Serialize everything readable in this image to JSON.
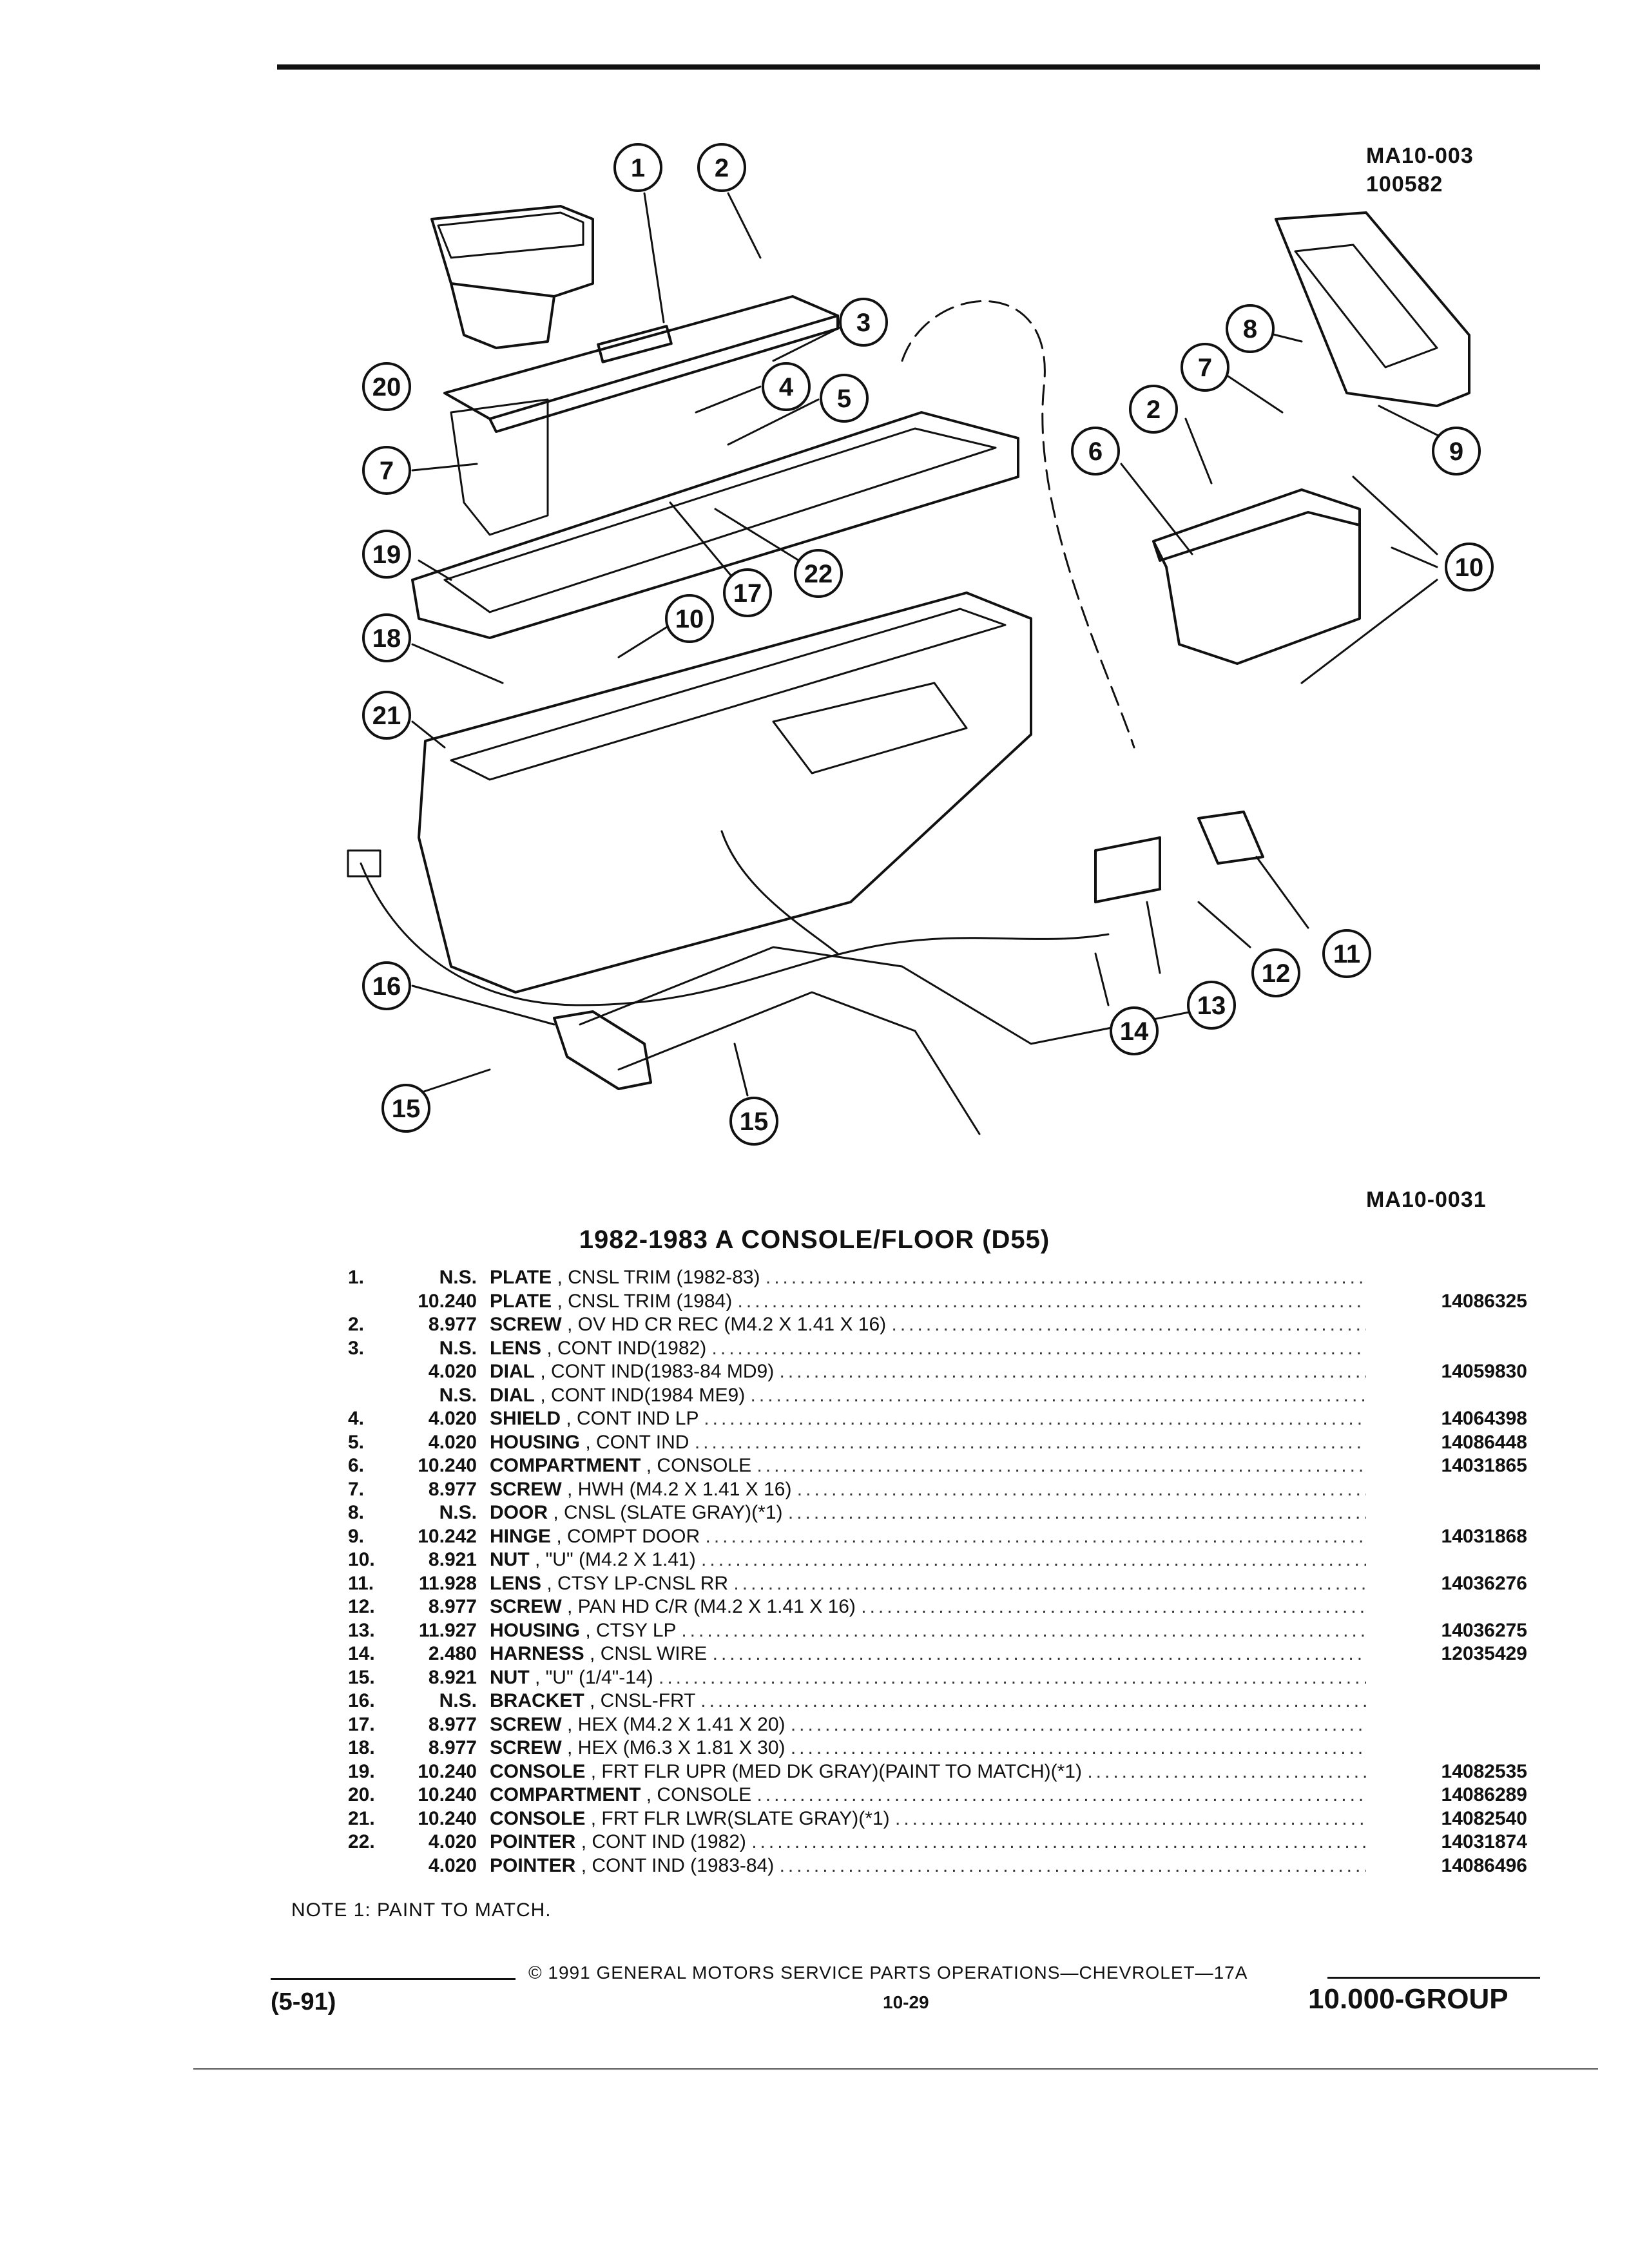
{
  "header": {
    "ref_top": "MA10-003",
    "ref_date": "100582"
  },
  "figure": {
    "ref_bottom": "MA10-0031",
    "callouts": [
      "1",
      "2",
      "3",
      "4",
      "5",
      "6",
      "7",
      "8",
      "9",
      "10",
      "11",
      "12",
      "13",
      "14",
      "15",
      "16",
      "17",
      "18",
      "19",
      "20",
      "21",
      "22"
    ]
  },
  "section_title": "1982-1983 A CONSOLE/FLOOR (D55)",
  "parts": [
    {
      "num": "1.",
      "group": "N.S.",
      "name": "PLATE",
      "detail": ", CNSL TRIM (1982-83)",
      "pn": ""
    },
    {
      "num": "",
      "group": "10.240",
      "name": "PLATE",
      "detail": ", CNSL TRIM (1984)",
      "pn": "14086325"
    },
    {
      "num": "2.",
      "group": "8.977",
      "name": "SCREW",
      "detail": ", OV HD CR REC (M4.2 X 1.41 X 16)",
      "pn": ""
    },
    {
      "num": "3.",
      "group": "N.S.",
      "name": "LENS",
      "detail": ", CONT IND(1982)",
      "pn": ""
    },
    {
      "num": "",
      "group": "4.020",
      "name": "DIAL",
      "detail": ", CONT IND(1983-84 MD9)",
      "pn": "14059830"
    },
    {
      "num": "",
      "group": "N.S.",
      "name": "DIAL",
      "detail": ", CONT IND(1984 ME9)",
      "pn": ""
    },
    {
      "num": "4.",
      "group": "4.020",
      "name": "SHIELD",
      "detail": ", CONT IND LP",
      "pn": "14064398"
    },
    {
      "num": "5.",
      "group": "4.020",
      "name": "HOUSING",
      "detail": ", CONT IND",
      "pn": "14086448"
    },
    {
      "num": "6.",
      "group": "10.240",
      "name": "COMPARTMENT",
      "detail": ", CONSOLE",
      "pn": "14031865"
    },
    {
      "num": "7.",
      "group": "8.977",
      "name": "SCREW",
      "detail": ", HWH (M4.2 X 1.41 X 16)",
      "pn": ""
    },
    {
      "num": "8.",
      "group": "N.S.",
      "name": "DOOR",
      "detail": ", CNSL (SLATE GRAY)(*1)",
      "pn": ""
    },
    {
      "num": "9.",
      "group": "10.242",
      "name": "HINGE",
      "detail": ", COMPT DOOR",
      "pn": "14031868"
    },
    {
      "num": "10.",
      "group": "8.921",
      "name": "NUT",
      "detail": ", \"U\" (M4.2 X 1.41)",
      "pn": ""
    },
    {
      "num": "11.",
      "group": "11.928",
      "name": "LENS",
      "detail": ", CTSY LP-CNSL RR",
      "pn": "14036276"
    },
    {
      "num": "12.",
      "group": "8.977",
      "name": "SCREW",
      "detail": ", PAN HD C/R (M4.2 X 1.41 X 16)",
      "pn": ""
    },
    {
      "num": "13.",
      "group": "11.927",
      "name": "HOUSING",
      "detail": ", CTSY LP",
      "pn": "14036275"
    },
    {
      "num": "14.",
      "group": "2.480",
      "name": "HARNESS",
      "detail": ", CNSL WIRE",
      "pn": "12035429"
    },
    {
      "num": "15.",
      "group": "8.921",
      "name": "NUT",
      "detail": ", \"U\" (1/4\"-14)",
      "pn": ""
    },
    {
      "num": "16.",
      "group": "N.S.",
      "name": "BRACKET",
      "detail": ", CNSL-FRT",
      "pn": ""
    },
    {
      "num": "17.",
      "group": "8.977",
      "name": "SCREW",
      "detail": ", HEX (M4.2 X 1.41 X 20)",
      "pn": ""
    },
    {
      "num": "18.",
      "group": "8.977",
      "name": "SCREW",
      "detail": ", HEX (M6.3 X 1.81 X 30)",
      "pn": ""
    },
    {
      "num": "19.",
      "group": "10.240",
      "name": "CONSOLE",
      "detail": ", FRT FLR UPR (MED DK GRAY)(PAINT TO MATCH)(*1)",
      "pn": "14082535"
    },
    {
      "num": "20.",
      "group": "10.240",
      "name": "COMPARTMENT",
      "detail": ", CONSOLE",
      "pn": "14086289"
    },
    {
      "num": "21.",
      "group": "10.240",
      "name": "CONSOLE",
      "detail": ", FRT FLR LWR(SLATE GRAY)(*1)",
      "pn": "14082540"
    },
    {
      "num": "22.",
      "group": "4.020",
      "name": "POINTER",
      "detail": ", CONT IND (1982)",
      "pn": "14031874"
    },
    {
      "num": "",
      "group": "4.020",
      "name": "POINTER",
      "detail": ", CONT IND (1983-84)",
      "pn": "14086496"
    }
  ],
  "note": "NOTE 1: PAINT TO MATCH.",
  "footer": {
    "copyright": "© 1991 GENERAL MOTORS SERVICE PARTS OPERATIONS—CHEVROLET—17A",
    "page": "10-29",
    "date_code": "(5-91)",
    "group": "10.000-GROUP"
  }
}
